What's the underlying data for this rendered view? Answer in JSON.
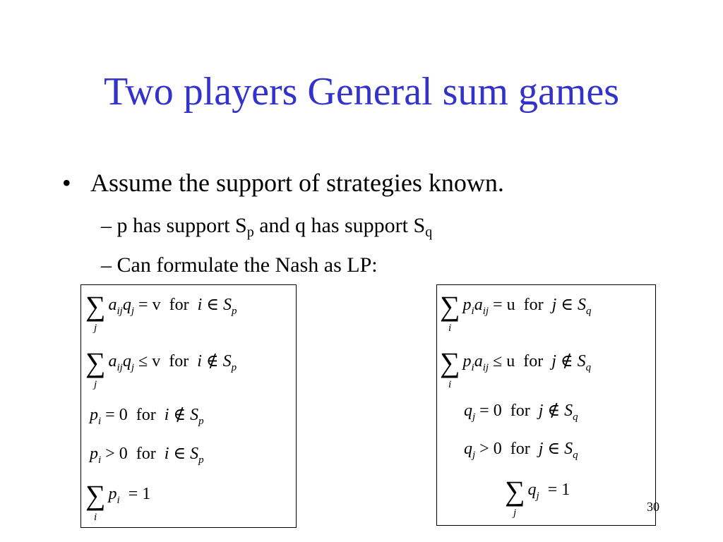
{
  "slide": {
    "title": "Two players General sum games",
    "bullet": {
      "marker": "•",
      "text": "Assume the support of strategies known."
    },
    "sub1": {
      "prefix": "– p has support S",
      "sub_p": "p",
      "mid": " and q has support S",
      "sub_q": "q"
    },
    "sub2": "– Can formulate the Nash as LP:",
    "page_number": "30"
  },
  "left_box": {
    "eq1": {
      "sum_index": "j",
      "a": "a",
      "ij": "ij",
      "q": "q",
      "j": "j",
      "rel": "= v",
      "for": "for",
      "cond": "i ∈ S",
      "cond_sub": "p"
    },
    "eq2": {
      "sum_index": "j",
      "a": "a",
      "ij": "ij",
      "q": "q",
      "j": "j",
      "rel": "≤ v",
      "for": "for",
      "cond": "i ∉ S",
      "cond_sub": "p"
    },
    "eq3": {
      "p": "p",
      "i": "i",
      "rel": "= 0",
      "for": "for",
      "cond": "i ∉ S",
      "cond_sub": "p"
    },
    "eq4": {
      "p": "p",
      "i": "i",
      "rel": "> 0",
      "for": "for",
      "cond": "i ∈ S",
      "cond_sub": "p"
    },
    "eq5": {
      "sum_index": "i",
      "p": "p",
      "i": "i",
      "rel": "= 1"
    }
  },
  "right_box": {
    "eq1": {
      "sum_index": "i",
      "p": "p",
      "i": "i",
      "a": "a",
      "ij": "ij",
      "rel": "= u",
      "for": "for",
      "cond": "j ∈ S",
      "cond_sub": "q"
    },
    "eq2": {
      "sum_index": "i",
      "p": "p",
      "i": "i",
      "a": "a",
      "ij": "ij",
      "rel": "≤ u",
      "for": "for",
      "cond": "j ∉ S",
      "cond_sub": "q"
    },
    "eq3": {
      "q": "q",
      "j": "j",
      "rel": "= 0",
      "for": "for",
      "cond": "j ∉ S",
      "cond_sub": "q"
    },
    "eq4": {
      "q": "q",
      "j": "j",
      "rel": "> 0",
      "for": "for",
      "cond": "j ∈ S",
      "cond_sub": "q"
    },
    "eq5": {
      "sum_index": "j",
      "q": "q",
      "j": "j",
      "rel": "= 1"
    }
  },
  "colors": {
    "title": "#3333cc",
    "text": "#000000",
    "background": "#ffffff"
  }
}
